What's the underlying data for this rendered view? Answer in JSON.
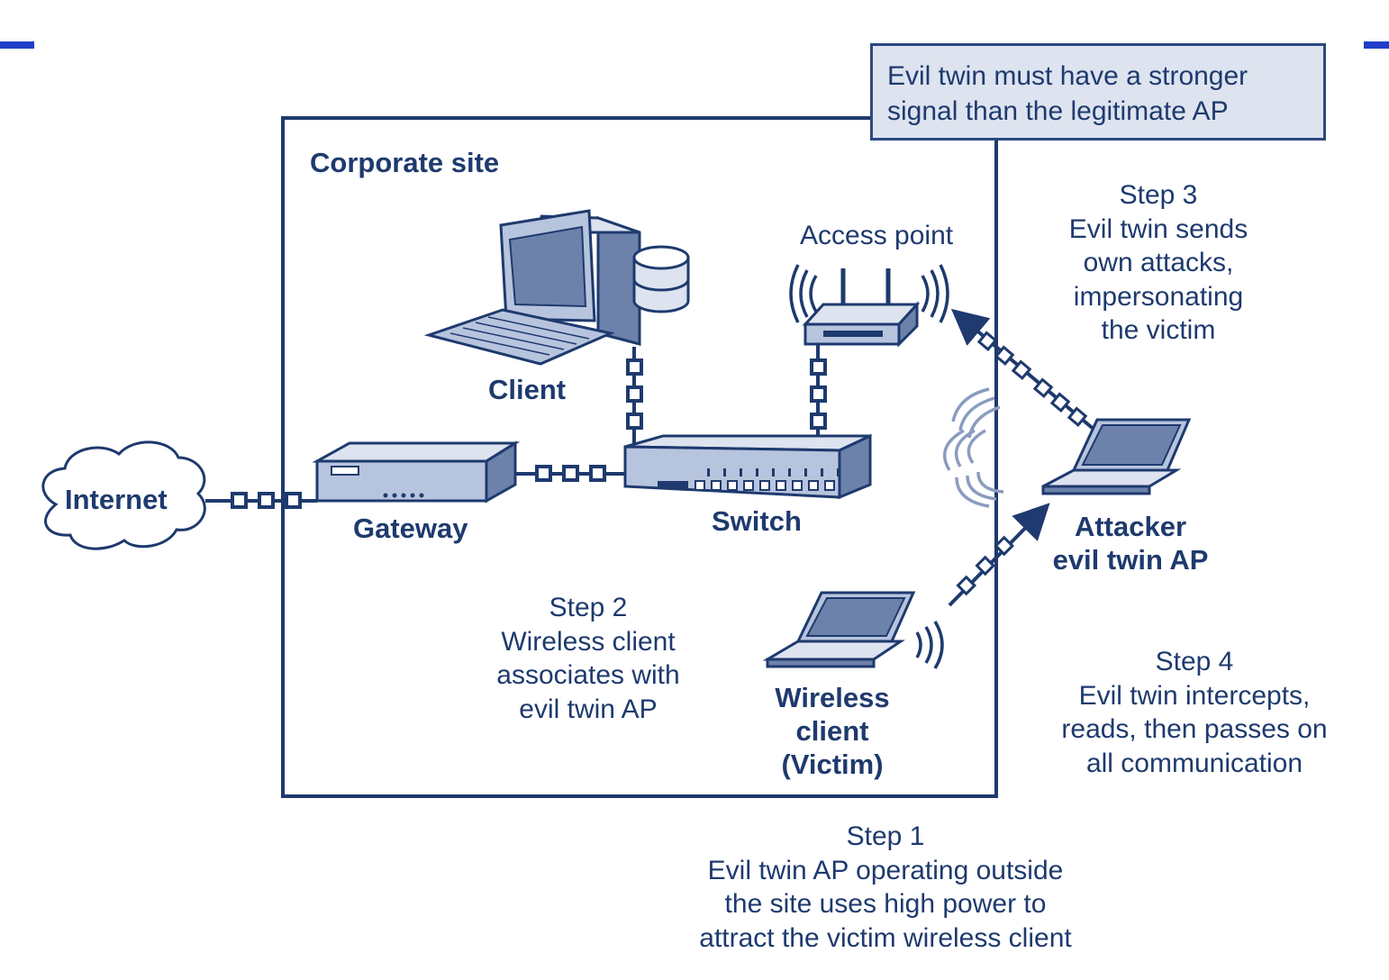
{
  "site": {
    "label": "Corporate site"
  },
  "nodes": {
    "internet": "Internet",
    "gateway": "Gateway",
    "switch": "Switch",
    "client": "Client",
    "access_point": "Access point",
    "wireless_client": "Wireless\nclient\n(Victim)",
    "attacker": "Attacker\nevil twin AP"
  },
  "note": "Evil twin must have a stronger\nsignal than the legitimate AP",
  "steps": {
    "step1": "Step 1\nEvil twin AP operating outside\nthe site uses high power to\nattract the victim wireless client",
    "step2": "Step 2\nWireless client\nassociates with\nevil twin AP",
    "step3": "Step 3\nEvil twin sends\nown attacks,\nimpersonating\nthe victim",
    "step4": "Step 4\nEvil twin intercepts,\nreads, then passes on\nall communication"
  },
  "colors": {
    "navy": "#1e3a6e",
    "device_fill": "#b7c4dd",
    "device_dark": "#6d82ab",
    "signal": "#8a9cc0",
    "note_fill": "#dde3ef",
    "corner_mark": "#1f3fc8"
  }
}
